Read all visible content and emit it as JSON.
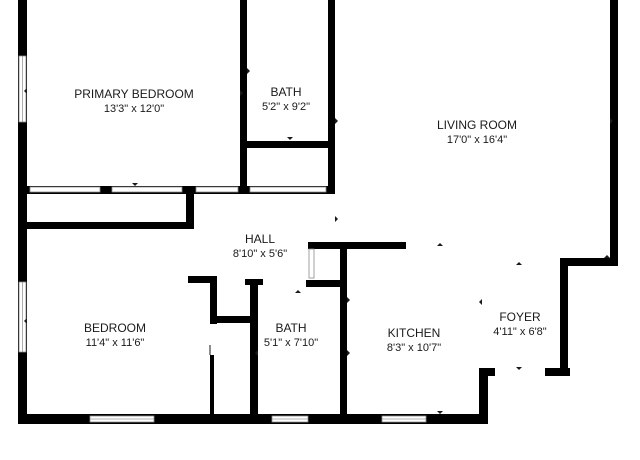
{
  "colors": {
    "wall": "#000000",
    "background": "#ffffff",
    "label": "#1a1a1a"
  },
  "rooms": [
    {
      "name": "PRIMARY BEDROOM",
      "dims": "13'3\" x 12'0\""
    },
    {
      "name": "BATH",
      "dims": "5'2\" x 9'2\""
    },
    {
      "name": "LIVING ROOM",
      "dims": "17'0\" x 16'4\""
    },
    {
      "name": "HALL",
      "dims": "8'10\" x 5'6\""
    },
    {
      "name": "BEDROOM",
      "dims": "11'4\" x 11'6\""
    },
    {
      "name": "BATH",
      "dims": "5'1\" x 7'10\""
    },
    {
      "name": "KITCHEN",
      "dims": "8'3\" x 10'7\""
    },
    {
      "name": "FOYER",
      "dims": "4'11\" x 6'8\""
    }
  ]
}
